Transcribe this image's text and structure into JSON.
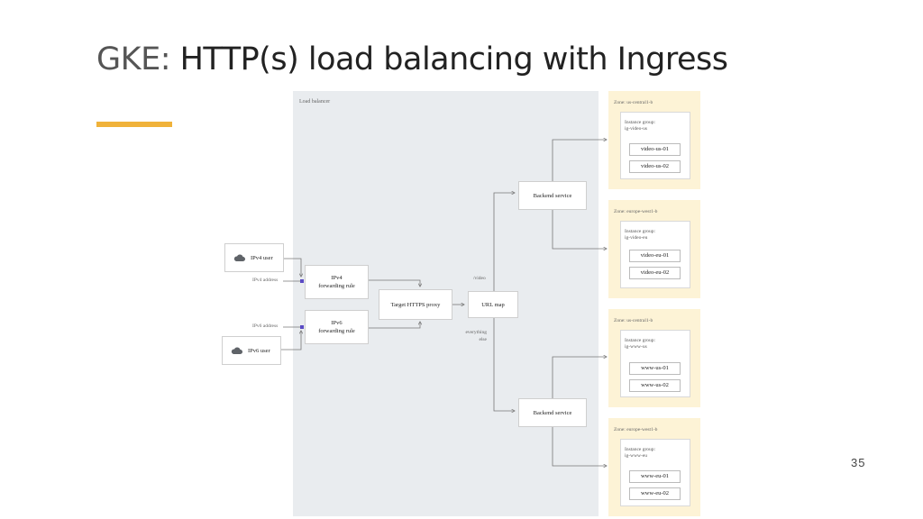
{
  "slide": {
    "title_prefix": "GKE:",
    "title_rest": " HTTP(s) load balancing with Ingress",
    "page_number": "35"
  },
  "diagram": {
    "load_balancer_label": "Load balancer",
    "users": {
      "ipv4": "IPv4 user",
      "ipv6": "IPv6 user"
    },
    "addresses": {
      "ipv4": "IPv4 address",
      "ipv6": "IPv6 address"
    },
    "forwarding_rules": {
      "ipv4": {
        "line1": "IPv4",
        "line2": "forwarding rule"
      },
      "ipv6": {
        "line1": "IPv6",
        "line2": "forwarding rule"
      }
    },
    "proxy": "Target HTTPS proxy",
    "url_map": "URL map",
    "route_labels": {
      "video": "/video",
      "else_line1": "everything",
      "else_line2": "else"
    },
    "backend_services": [
      "Backend service",
      "Backend service"
    ],
    "zones": [
      {
        "zone": "Zone: us-central1-b",
        "ig_label": "Instance group:",
        "ig_name": "ig-video-us",
        "vms": [
          "video-us-01",
          "video-us-02"
        ]
      },
      {
        "zone": "Zone: europe-west1-b",
        "ig_label": "Instance group:",
        "ig_name": "ig-video-eu",
        "vms": [
          "video-eu-01",
          "video-eu-02"
        ]
      },
      {
        "zone": "Zone: us-central1-b",
        "ig_label": "Instance group:",
        "ig_name": "ig-www-us",
        "vms": [
          "www-us-01",
          "www-us-02"
        ]
      },
      {
        "zone": "Zone: europe-west1-b",
        "ig_label": "Instance group:",
        "ig_name": "ig-www-eu",
        "vms": [
          "www-eu-01",
          "www-eu-02"
        ]
      }
    ]
  },
  "colors": {
    "accent_bar": "#f0b23a",
    "load_balancer_bg": "#e9ecef",
    "zone_bg": "#fdf3d6",
    "address_marker": "#5b4bc4",
    "connector": "#777777"
  }
}
